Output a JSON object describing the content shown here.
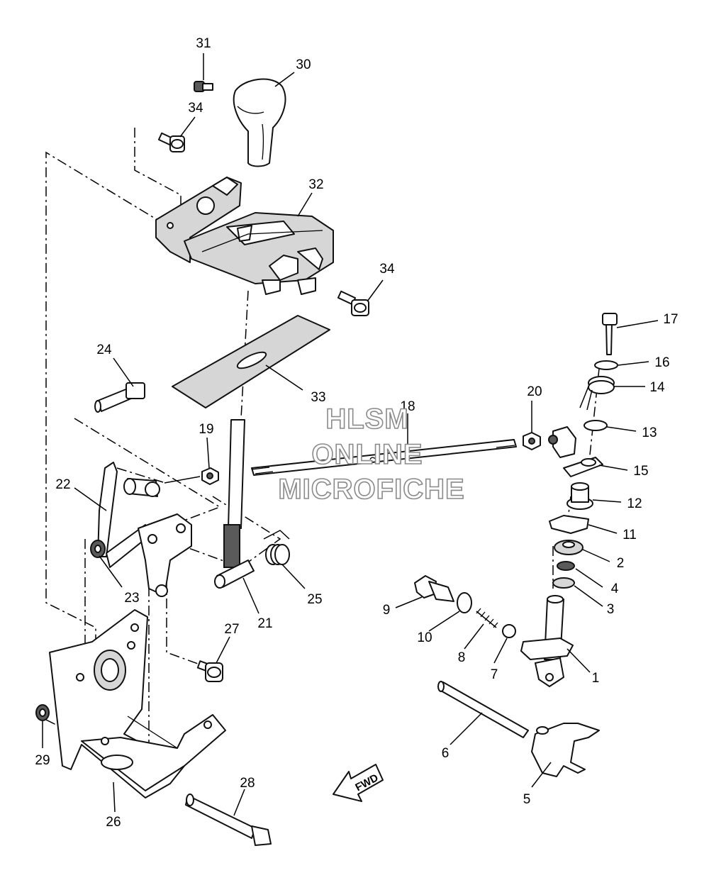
{
  "diagram": {
    "callouts": [
      {
        "id": "c1",
        "label": "1"
      },
      {
        "id": "c2",
        "label": "2"
      },
      {
        "id": "c3",
        "label": "3"
      },
      {
        "id": "c4",
        "label": "4"
      },
      {
        "id": "c5",
        "label": "5"
      },
      {
        "id": "c6",
        "label": "6"
      },
      {
        "id": "c7",
        "label": "7"
      },
      {
        "id": "c8",
        "label": "8"
      },
      {
        "id": "c9",
        "label": "9"
      },
      {
        "id": "c10",
        "label": "10"
      },
      {
        "id": "c11",
        "label": "11"
      },
      {
        "id": "c12",
        "label": "12"
      },
      {
        "id": "c13",
        "label": "13"
      },
      {
        "id": "c14",
        "label": "14"
      },
      {
        "id": "c15",
        "label": "15"
      },
      {
        "id": "c16",
        "label": "16"
      },
      {
        "id": "c17",
        "label": "17"
      },
      {
        "id": "c18",
        "label": "18"
      },
      {
        "id": "c19",
        "label": "19"
      },
      {
        "id": "c20",
        "label": "20"
      },
      {
        "id": "c21",
        "label": "21"
      },
      {
        "id": "c22",
        "label": "22"
      },
      {
        "id": "c23",
        "label": "23"
      },
      {
        "id": "c24",
        "label": "24"
      },
      {
        "id": "c25",
        "label": "25"
      },
      {
        "id": "c26",
        "label": "26"
      },
      {
        "id": "c27",
        "label": "27"
      },
      {
        "id": "c28",
        "label": "28"
      },
      {
        "id": "c29",
        "label": "29"
      },
      {
        "id": "c30",
        "label": "30"
      },
      {
        "id": "c31",
        "label": "31"
      },
      {
        "id": "c32",
        "label": "32"
      },
      {
        "id": "c33",
        "label": "33"
      },
      {
        "id": "c34a",
        "label": "34"
      },
      {
        "id": "c34b",
        "label": "34"
      }
    ],
    "direction_label": "FWD",
    "watermark": {
      "line1": "HLSM",
      "line2": "ONLINE",
      "line3": "MICROFICHE"
    }
  }
}
